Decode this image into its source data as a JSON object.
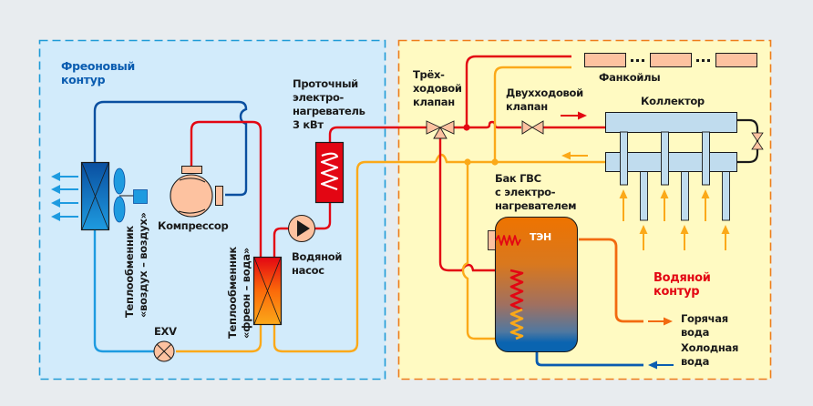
{
  "colors": {
    "background": "#e8ecef",
    "freon_panel_fill": "#d2ebfb",
    "freon_panel_border": "#1e9bd7",
    "water_panel_fill": "#fffac2",
    "water_panel_border": "#ee7d1a",
    "hot_pipe": "#e30613",
    "warm_pipe": "#fba919",
    "cold_freon_pipe": "#0a4fa0",
    "liquid_freon_pipe": "#1e9be0",
    "hot_water_out": "#f26a10",
    "cold_water_in": "#0a5cb0",
    "component_fill": "#fdc2a0",
    "collector_fill": "#c0dcee"
  },
  "freon_circuit": {
    "title_line1": "Фреоновый",
    "title_line2": "контур",
    "compressor_label": "Компрессор",
    "air_exchanger_label_line1": "Теплообменник",
    "air_exchanger_label_line2": "«воздух – воздух»",
    "water_exchanger_label_line1": "Теплообменник",
    "water_exchanger_label_line2": "«фреон – вода»",
    "expansion_valve_label": "EXV",
    "heater_label_line1": "Проточный",
    "heater_label_line2": "электро-",
    "heater_label_line3": "нагреватель",
    "heater_label_line4": "3 кВт",
    "pump_label_line1": "Водяной",
    "pump_label_line2": "насос"
  },
  "water_circuit": {
    "title_line1": "Водяной",
    "title_line2": "контур",
    "three_way_valve_line1": "Трёх-",
    "three_way_valve_line2": "ходовой",
    "three_way_valve_line3": "клапан",
    "two_way_valve_line1": "Двухходовой",
    "two_way_valve_line2": "клапан",
    "fancoils_label": "Фанкойлы",
    "fancoil_separator": "···",
    "collector_label": "Коллектор",
    "tank_label_line1": "Бак ГВС",
    "tank_label_line2": "с электро-",
    "tank_label_line3": "нагревателем",
    "heating_element_label": "ТЭН",
    "hot_water_line1": "Горячая",
    "hot_water_line2": "вода",
    "cold_water_line1": "Холодная",
    "cold_water_line2": "вода"
  }
}
